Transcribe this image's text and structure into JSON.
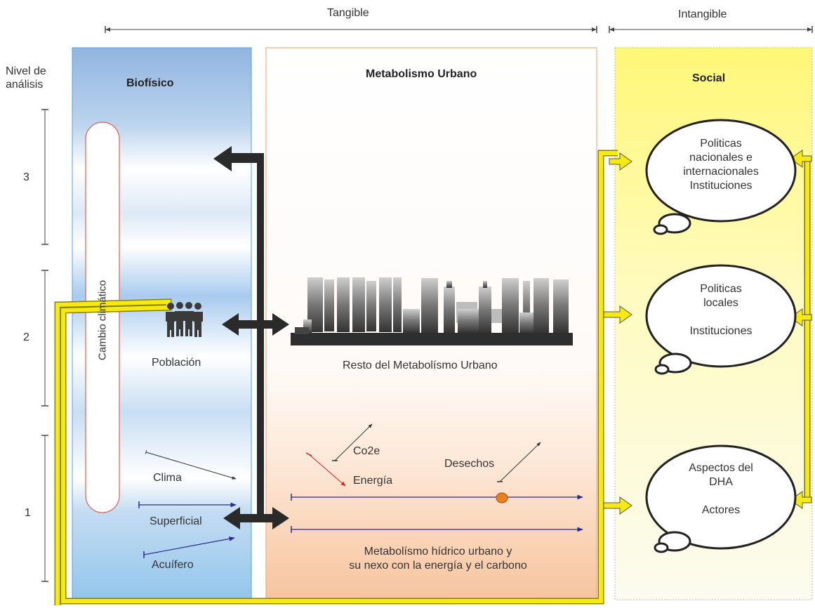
{
  "header": {
    "tangible": "Tangible",
    "intangible": "Intangible"
  },
  "level_axis": {
    "title": "Nivel de\nanálisis",
    "levels": [
      "3",
      "2",
      "1"
    ]
  },
  "panels": {
    "biofisico": {
      "title": "Biofísico",
      "climate_bar": "Cambio climático",
      "poblacion": "Población",
      "clima": "Clima",
      "superficial": "Superficial",
      "acuifero": "Acuífero"
    },
    "metabolismo": {
      "title": "Metabolismo Urbano",
      "resto": "Resto del Metabolísmo Urbano",
      "co2e": "Co2e",
      "energia": "Energía",
      "desechos": "Desechos",
      "hidrico": "Metabolísmo hídrico urbano y\nsu nexo con la energía y el carbono"
    },
    "social": {
      "title": "Social",
      "bubble_3": "Politicas\nnacionales e\ninternacionales\nInstituciones",
      "bubble_2": "Politicas\nlocales\n\nInstituciones",
      "bubble_1": "Aspectos del\nDHA\n\nActores"
    }
  },
  "colors": {
    "biofisico_top": "#8fb6e0",
    "metabolismo_border": "#e8a070",
    "social_fill": "#fff780",
    "yellow_arrow": "#f5e600",
    "black_arrow": "#2a2a2a",
    "blue_line": "#2b2b8f",
    "orange_dot": "#e88020"
  }
}
